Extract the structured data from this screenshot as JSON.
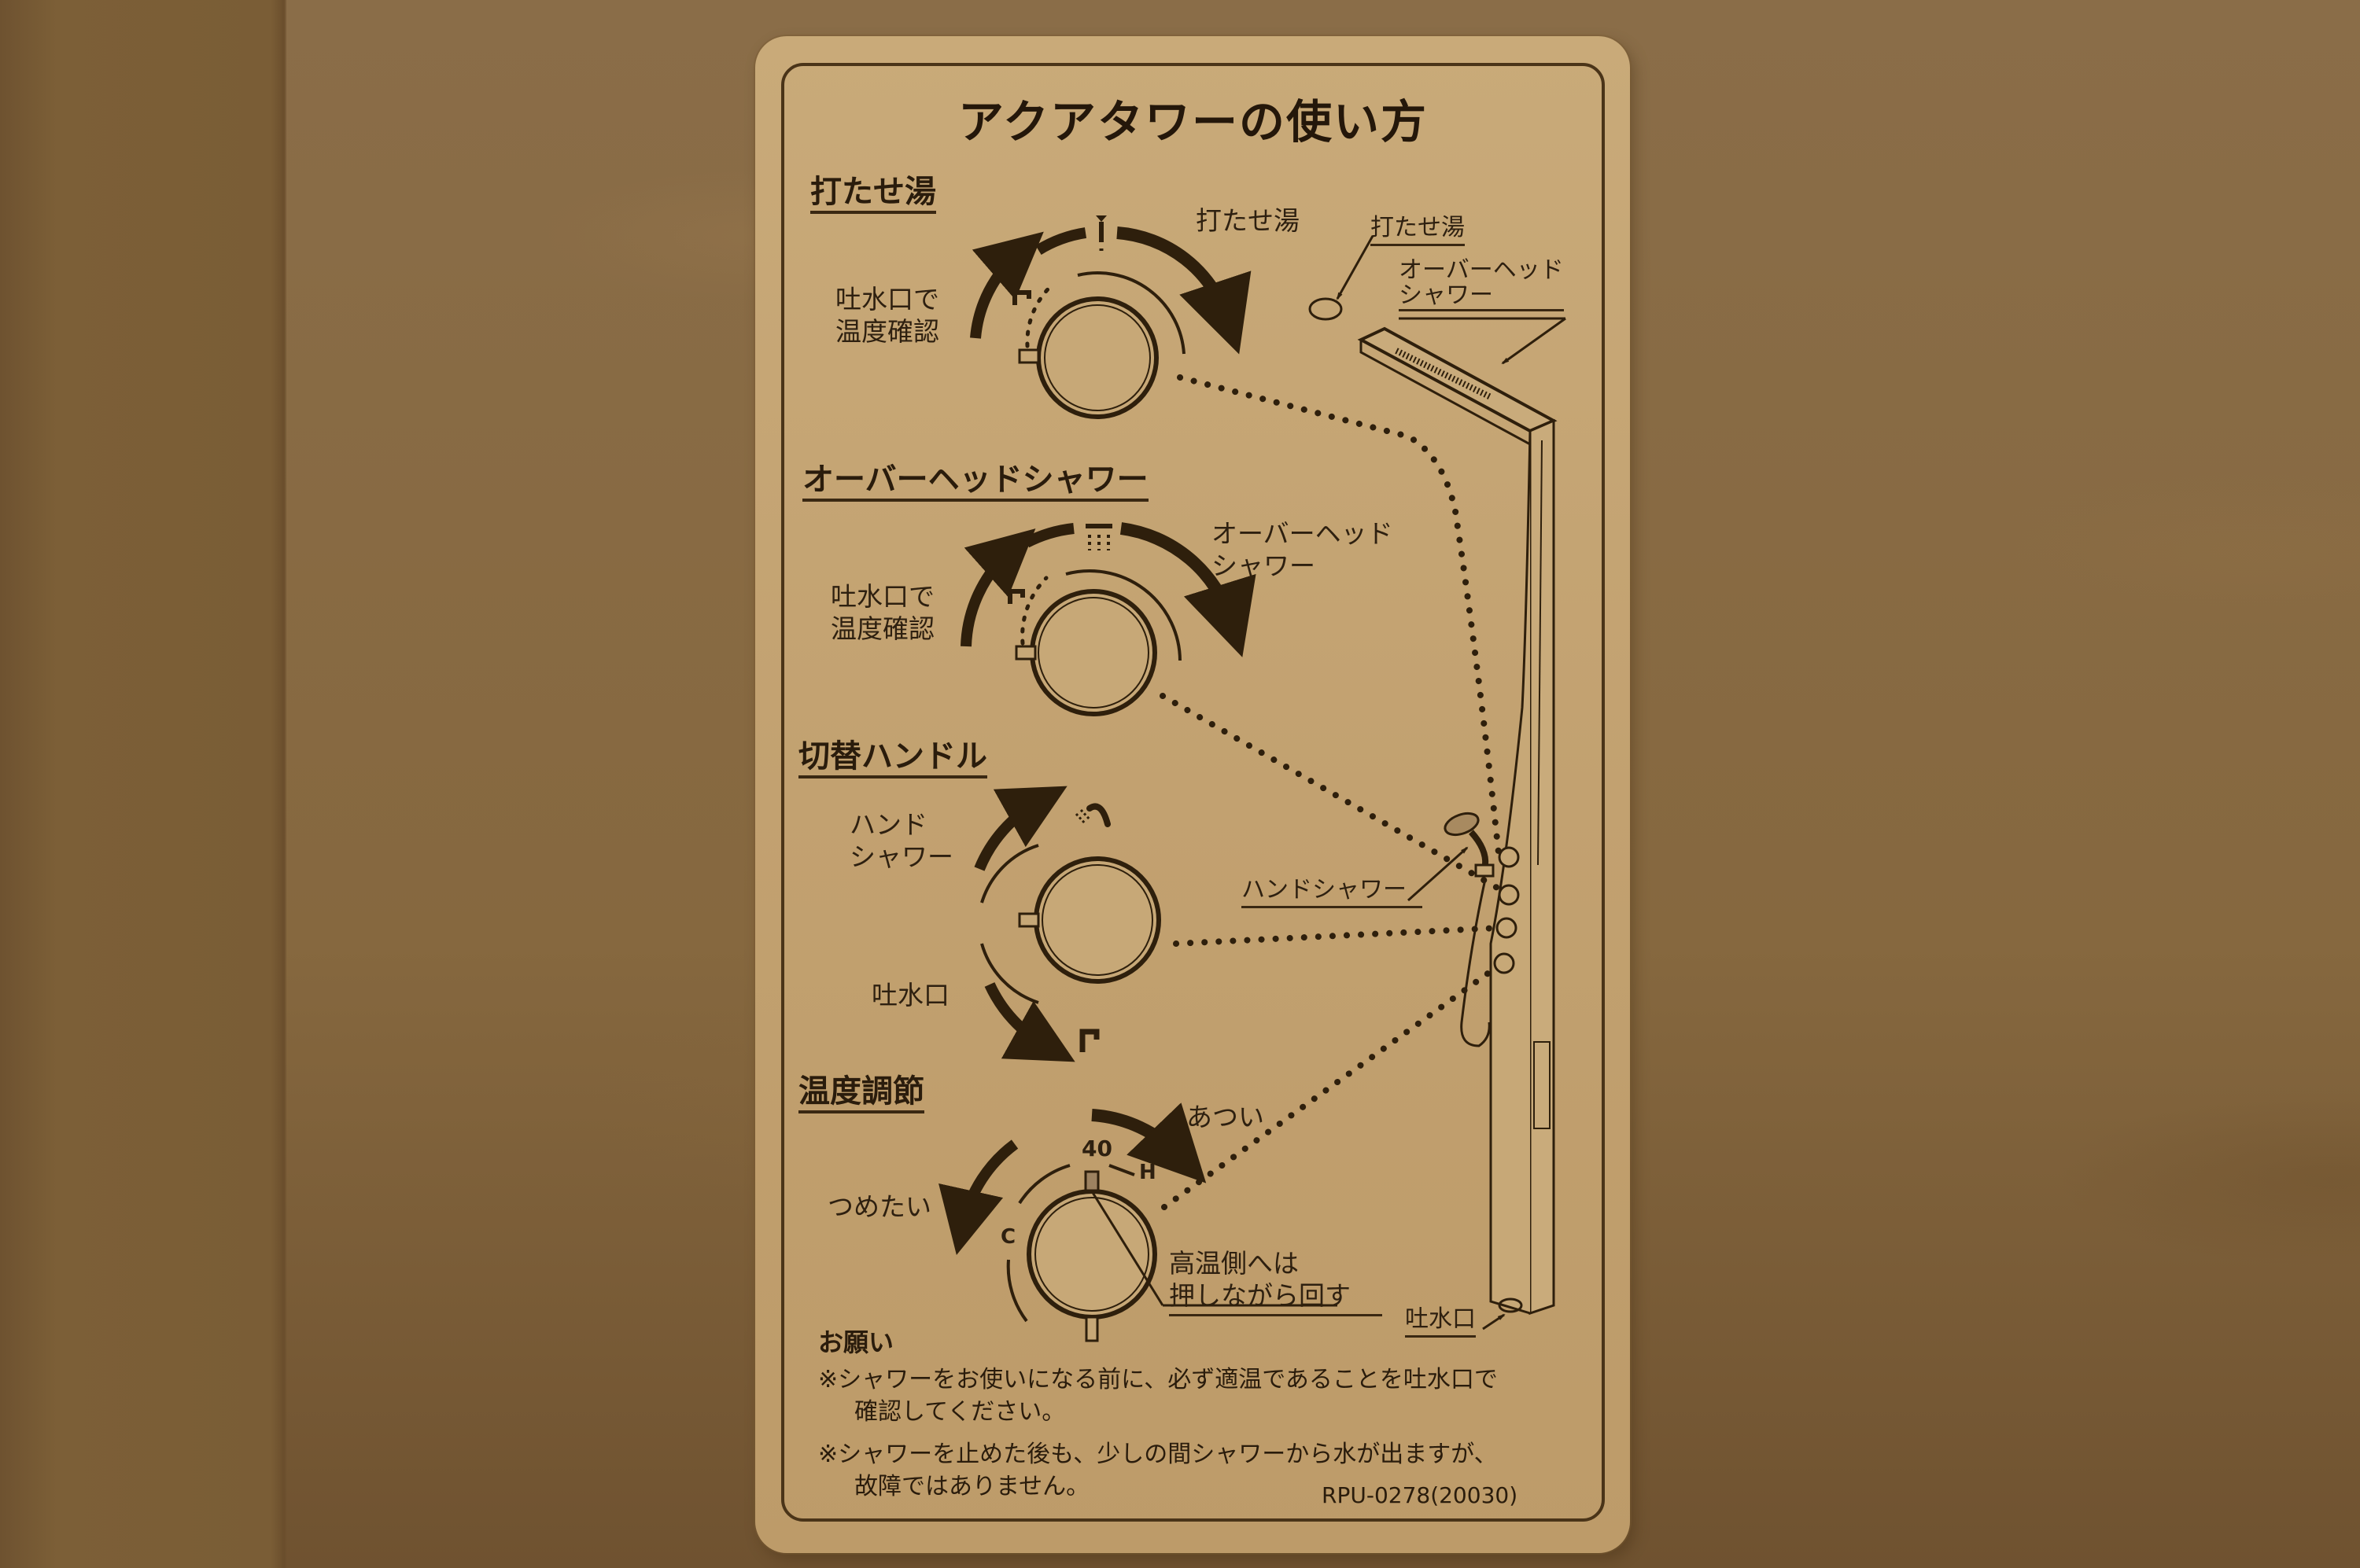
{
  "scene": {
    "description_visible": "Instruction placard mounted on a bathroom wall",
    "colors": {
      "wall": "#86683f",
      "card": "#c4a474",
      "ink": "#2a1c0c"
    }
  },
  "card": {
    "title": "アクアタワーの使い方",
    "sections": [
      {
        "heading": "打たせ湯",
        "dial_labels": {
          "left": [
            "吐水口で",
            "温度確認"
          ],
          "right": "打たせ湯",
          "icon": "overhead-drip-icon"
        }
      },
      {
        "heading": "オーバーヘッドシャワー",
        "dial_labels": {
          "left": [
            "吐水口で",
            "温度確認"
          ],
          "right": [
            "オーバーヘッド",
            "シャワー"
          ],
          "icon": "rain-shower-icon"
        }
      },
      {
        "heading": "切替ハンドル",
        "dial_labels": {
          "upper_left": [
            "ハンド",
            "シャワー"
          ],
          "lower_left": "吐水口",
          "icons": [
            "hand-shower-icon",
            "spout-icon"
          ]
        }
      },
      {
        "heading": "温度調節",
        "dial_labels": {
          "left": "つめたい",
          "right": "あつい",
          "scale_value": "40",
          "hot_mark": "H",
          "cold_mark": "C",
          "note": [
            "高温側へは",
            "押しながら回す"
          ]
        }
      }
    ],
    "tower_callouts": {
      "rain_fall": "打たせ湯",
      "overhead_shower": [
        "オーバーヘッド",
        "シャワー"
      ],
      "hand_shower": "ハンドシャワー",
      "spout": "吐水口"
    },
    "notes": {
      "title": "お願い",
      "items": [
        {
          "line1": "※シャワーをお使いになる前に、必ず適温であることを吐水口で",
          "line2": "確認してください。"
        },
        {
          "line1": "※シャワーを止めた後も、少しの間シャワーから水が出ますが、",
          "line2": "故障ではありません。"
        }
      ]
    },
    "product_code": "RPU-0278(20030)"
  }
}
